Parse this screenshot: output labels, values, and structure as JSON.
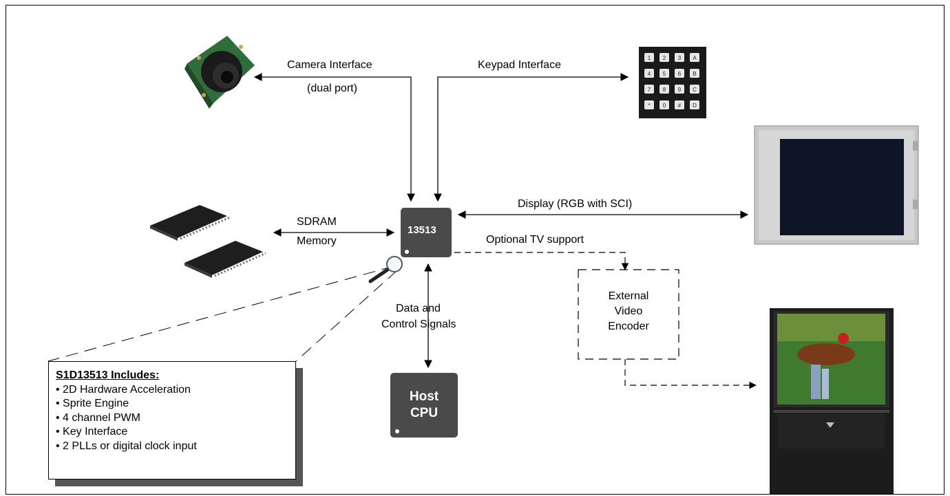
{
  "chip": {
    "label": "13513"
  },
  "host_cpu": {
    "line1": "Host",
    "line2": "CPU"
  },
  "labels": {
    "camera_interface": "Camera Interface",
    "camera_dual_port": "(dual port)",
    "keypad_interface": "Keypad Interface",
    "display": "Display (RGB with SCI)",
    "sdram": "SDRAM",
    "memory": "Memory",
    "optional_tv": "Optional TV support",
    "data_and": "Data and",
    "control_signals": "Control Signals"
  },
  "encoder": {
    "line1": "External",
    "line2": "Video",
    "line3": "Encoder"
  },
  "keypad_keys": [
    "1",
    "2",
    "3",
    "A",
    "4",
    "5",
    "6",
    "B",
    "7",
    "8",
    "9",
    "C",
    "*",
    "0",
    "#",
    "D"
  ],
  "includes": {
    "title": "S1D13513 Includes:",
    "items": [
      "• 2D Hardware Acceleration",
      "• Sprite Engine",
      "• 4 channel PWM",
      "• Key Interface",
      "• 2 PLLs or digital clock input"
    ]
  },
  "colors": {
    "chip": "#4a4a4a",
    "line": "#000000",
    "lcd_frame": "#c8c8c8",
    "keypad": "#1a1a1a"
  }
}
